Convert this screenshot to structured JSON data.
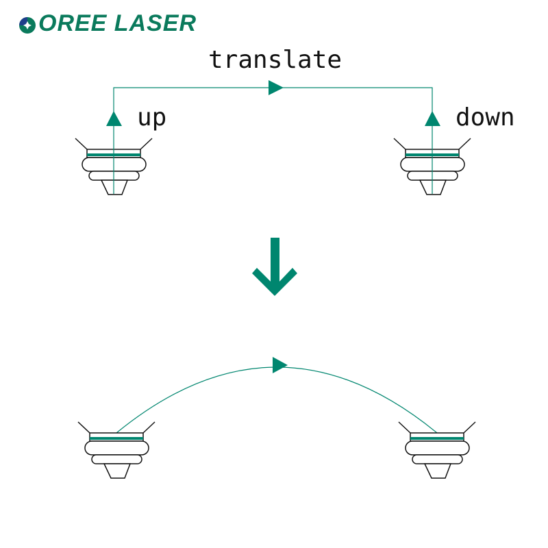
{
  "logo": {
    "text": "OREE LASER",
    "colors": {
      "primary": "#0a7a5c",
      "accent": "#1e3f8a"
    }
  },
  "labels": {
    "translate": "translate",
    "up": "up",
    "down": "down"
  },
  "colors": {
    "teal": "#00866f",
    "line": "#111111"
  }
}
